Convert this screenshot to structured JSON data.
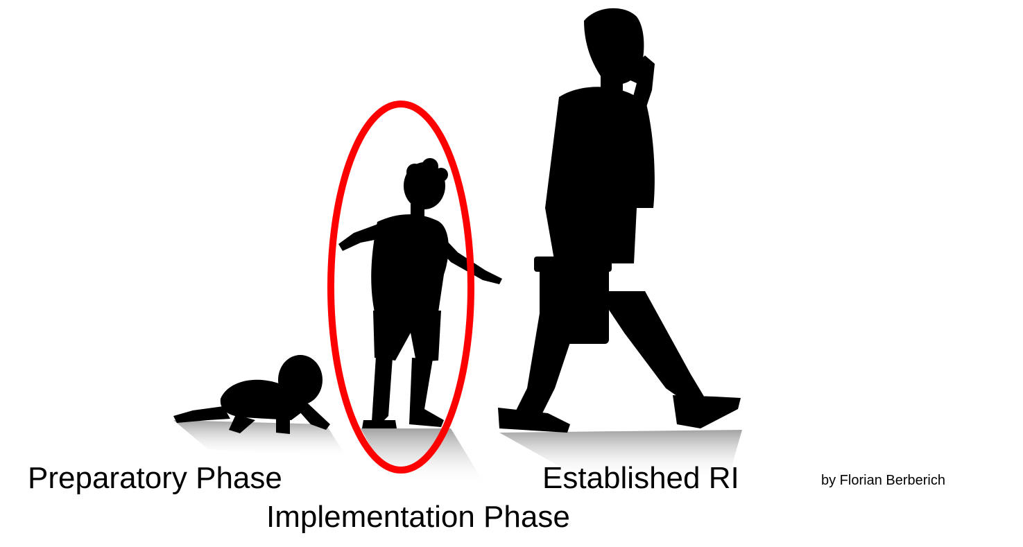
{
  "labels": {
    "preparatory": "Preparatory Phase",
    "established": "Established RI",
    "implementation": "Implementation Phase",
    "credit": "by Florian Berberich"
  },
  "highlight": {
    "target": "child",
    "color": "#ff0000"
  },
  "figures": [
    {
      "name": "baby-crawling",
      "stage": "preparatory"
    },
    {
      "name": "child-walking",
      "stage": "implementation"
    },
    {
      "name": "adult-businessman",
      "stage": "established"
    }
  ],
  "colors": {
    "silhouette": "#000000",
    "background": "#ffffff"
  }
}
